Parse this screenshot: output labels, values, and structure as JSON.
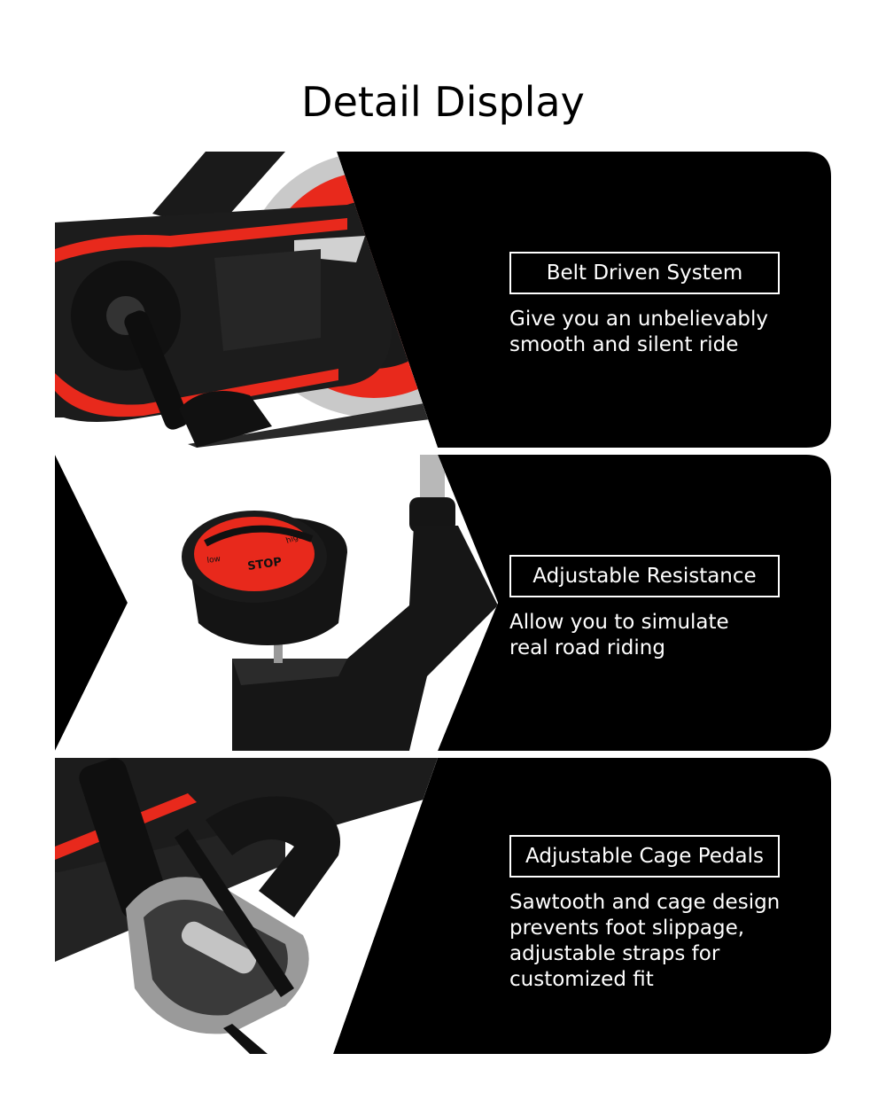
{
  "page": {
    "title": "Detail Display"
  },
  "features": [
    {
      "label": "Belt Driven System",
      "description": "Give you an unbelievably\nsmooth and silent ride",
      "image": "flywheel-belt-cover-photo"
    },
    {
      "label": "Adjustable Resistance",
      "description": "Allow you to simulate\nreal road riding",
      "image": "resistance-knob-photo"
    },
    {
      "label": "Adjustable Cage Pedals",
      "description": "Sawtooth and cage design\nprevents foot slippage,\nadjustable straps for\ncustomized fit",
      "image": "cage-pedal-photo"
    }
  ],
  "knob_text": {
    "stop": "STOP",
    "low": "low",
    "high": "high"
  },
  "colors": {
    "panel": "#000000",
    "accent": "#e8291c",
    "frame": "#1c1c1c",
    "metal": "#a8a8a8"
  }
}
